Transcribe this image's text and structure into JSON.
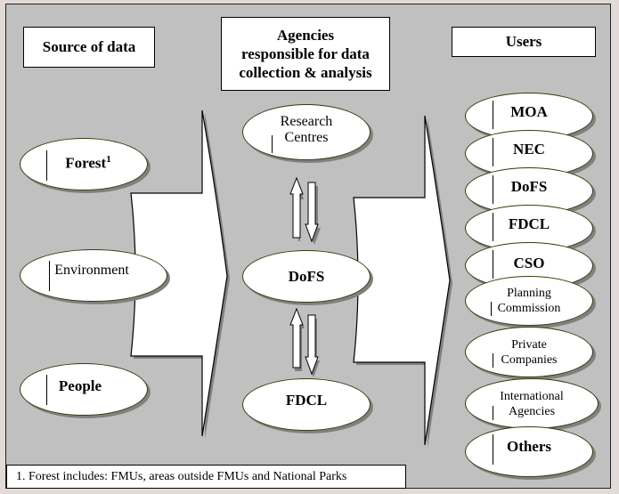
{
  "headers": {
    "source": "Source of data",
    "agencies_line1": "Agencies",
    "agencies_line2": "responsible for data",
    "agencies_line3": "collection & analysis",
    "users": "Users"
  },
  "sources": [
    {
      "label": "Forest",
      "sup": "1"
    },
    {
      "label": "Environment"
    },
    {
      "label": "People"
    }
  ],
  "agencies": [
    {
      "line1": "Research",
      "line2": "Centres"
    },
    {
      "line1": "DoFS"
    },
    {
      "line1": "FDCL"
    }
  ],
  "users": [
    {
      "line1": "MOA"
    },
    {
      "line1": "NEC"
    },
    {
      "line1": "DoFS"
    },
    {
      "line1": "FDCL"
    },
    {
      "line1": "CSO"
    },
    {
      "line1": "Planning",
      "line2": "Commission"
    },
    {
      "line1": "Private",
      "line2": "Companies"
    },
    {
      "line1": "International",
      "line2": "Agencies"
    },
    {
      "line1": "Others"
    }
  ],
  "footnote": "1. Forest includes: FMUs, areas outside FMUs and National Parks",
  "colors": {
    "frame": "#e2dad6",
    "panel": "#c0c0c0",
    "shape_fill": "#ffffff",
    "shadow": "#808080"
  }
}
